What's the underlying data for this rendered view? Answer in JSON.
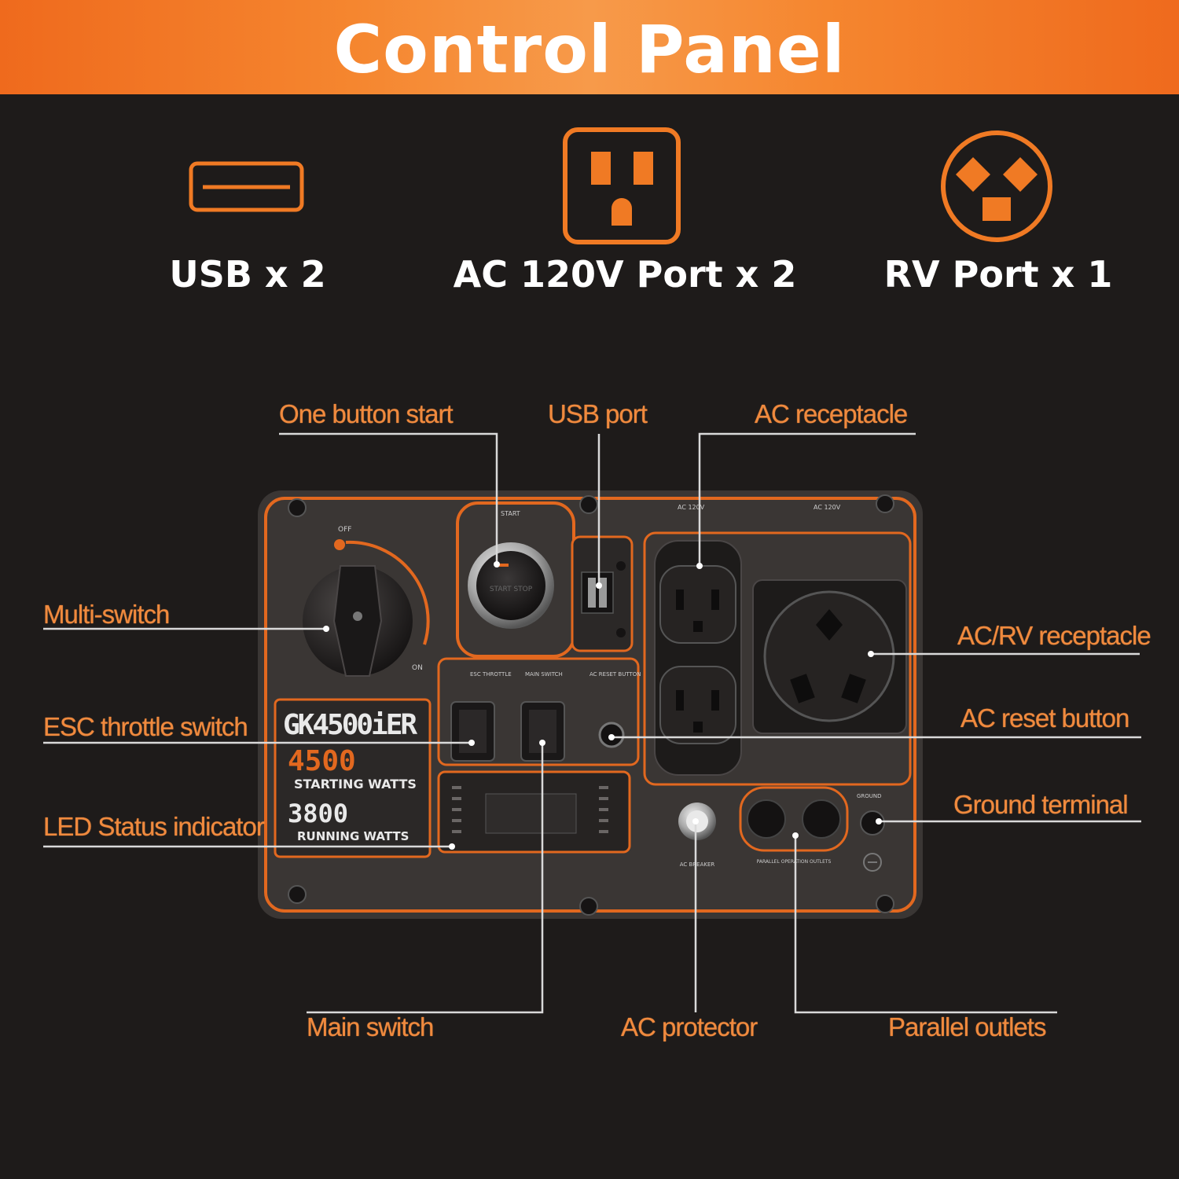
{
  "title": "Control Panel",
  "ports": [
    {
      "icon": "usb-port-icon",
      "label": "USB x 2"
    },
    {
      "icon": "ac-outlet-icon",
      "label": "AC 120V Port x 2"
    },
    {
      "icon": "rv-outlet-icon",
      "label": "RV Port x 1"
    }
  ],
  "callouts": {
    "one_button_start": "One button start",
    "usb_port": "USB port",
    "ac_receptacle": "AC receptacle",
    "multi_switch": "Multi-switch",
    "ac_rv_receptacle": "AC/RV receptacle",
    "esc_throttle_switch": "ESC throttle switch",
    "ac_reset_button": "AC reset button",
    "ground_terminal": "Ground terminal",
    "led_status_indicator": "LED Status indicator",
    "main_switch": "Main switch",
    "ac_protector": "AC protector",
    "parallel_outlets": "Parallel outlets"
  },
  "panel": {
    "model": "GK4500iER",
    "starting_watts_value": "4500",
    "starting_watts_label": "STARTING WATTS",
    "running_watts_value": "3800",
    "running_watts_label": "RUNNING WATTS",
    "knob_off": "OFF",
    "knob_on": "ON",
    "start_label": "START",
    "start_button_text": "START STOP",
    "ac_120_left": "AC 120V",
    "ac_120_right": "AC 120V",
    "esc_label": "ESC THROTTLE",
    "main_switch_label": "MAIN SWITCH",
    "reset_label": "AC RESET BUTTON",
    "breaker_label": "AC BREAKER",
    "parallel_label": "PARALLEL OPERATION OUTLETS",
    "ground_label": "GROUND"
  },
  "colors": {
    "accent": "#f07a24",
    "callout_text": "#f08a3e",
    "background": "#1e1b1a",
    "panel_face": "#3a3634"
  }
}
